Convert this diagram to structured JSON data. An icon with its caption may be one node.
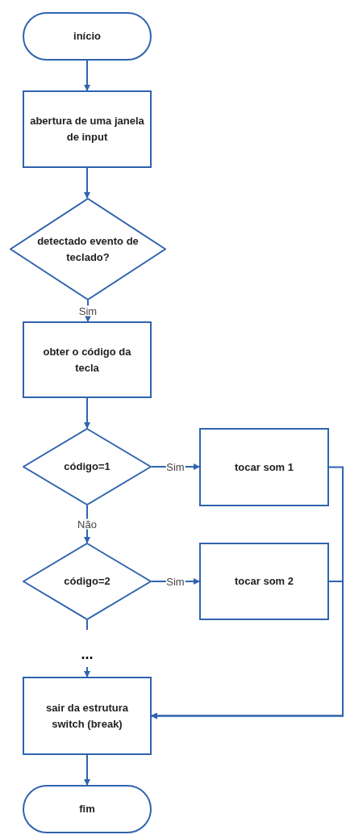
{
  "diagram": {
    "nodes": [
      {
        "text": [
          "início"
        ]
      },
      {
        "text": [
          "abertura de uma janela de input"
        ]
      },
      {
        "text": [
          "detectado evento de teclado?"
        ]
      },
      {
        "text": [
          "obter o código da tecla"
        ]
      },
      {
        "text": [
          "código=1"
        ]
      },
      {
        "text": [
          "tocar som 1"
        ]
      },
      {
        "text": [
          "código=2"
        ]
      },
      {
        "text": [
          "tocar som 2"
        ]
      },
      {
        "text": [
          "sair da estrutura switch (break)"
        ]
      },
      {
        "text": [
          "fim"
        ]
      }
    ],
    "edges": [
      {
        "from": 0,
        "to": 1,
        "arrow": "to"
      },
      {
        "from": 1,
        "to": 2,
        "arrow": "to"
      },
      {
        "from": 2,
        "to": 3,
        "arrow": "to",
        "label": "Sim"
      },
      {
        "from": 3,
        "to": 4,
        "arrow": "to"
      },
      {
        "from": 4,
        "to": 5,
        "arrow": "to",
        "label": "Sim"
      },
      {
        "from": 4,
        "to": 6,
        "arrow": "to",
        "label": "Não"
      },
      {
        "from": 6,
        "to": 7,
        "arrow": "to",
        "label": "Sim"
      },
      {
        "from": 6,
        "to": null,
        "arrow": "none"
      },
      {
        "from": null,
        "to": 8,
        "arrow": "to"
      },
      {
        "from": 5,
        "to": 8,
        "arrow": "to"
      },
      {
        "from": 7,
        "to": 8,
        "arrow": "to"
      },
      {
        "from": 8,
        "to": 9,
        "arrow": "to"
      }
    ],
    "labels": [
      "..."
    ]
  }
}
